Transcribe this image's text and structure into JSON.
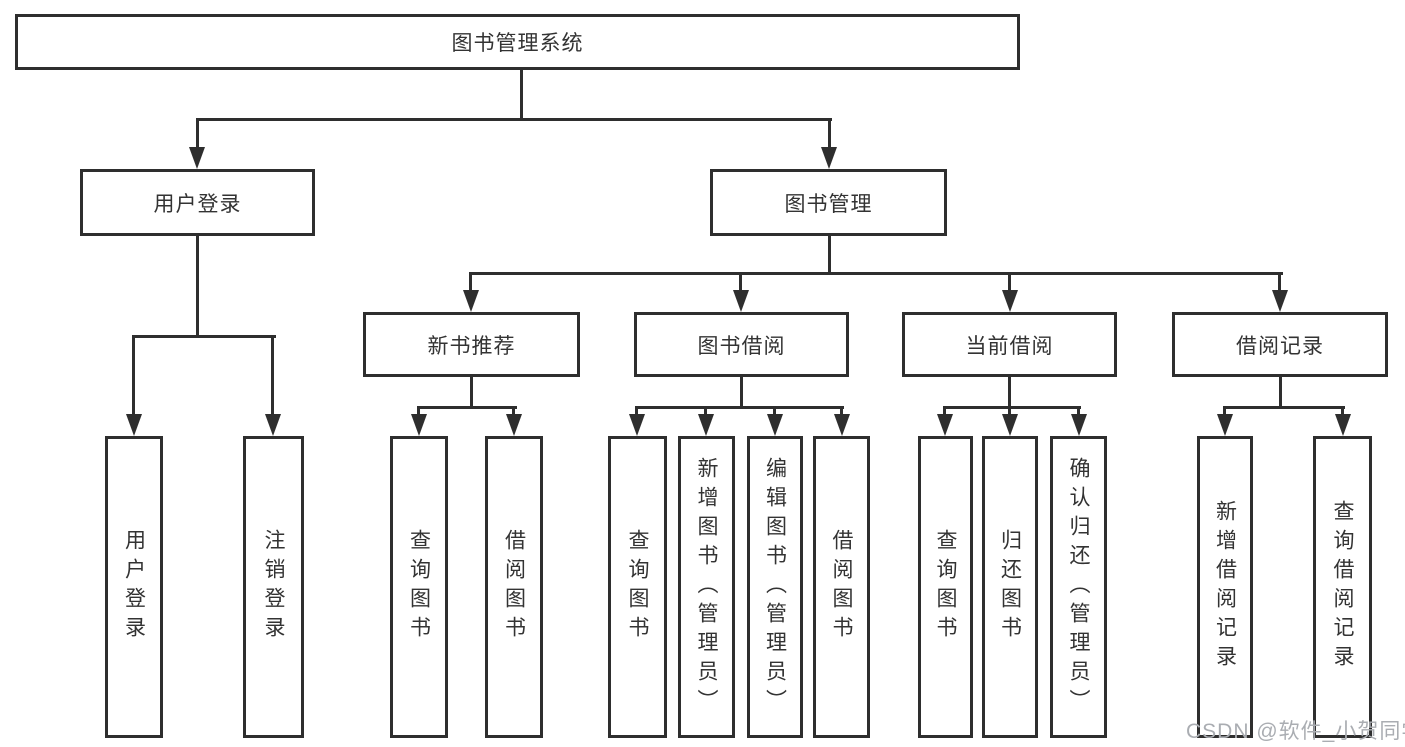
{
  "diagram": {
    "root": {
      "label": "图书管理系统"
    },
    "level2": [
      {
        "label": "用户登录"
      },
      {
        "label": "图书管理"
      }
    ],
    "level3": [
      {
        "label": "新书推荐"
      },
      {
        "label": "图书借阅"
      },
      {
        "label": "当前借阅"
      },
      {
        "label": "借阅记录"
      }
    ],
    "leafGroups": [
      {
        "parent": "用户登录",
        "items": [
          "用户登录",
          "注销登录"
        ]
      },
      {
        "parent": "新书推荐",
        "items": [
          "查询图书",
          "借阅图书"
        ]
      },
      {
        "parent": "图书借阅",
        "items": [
          "查询图书",
          "新增图书（管理员）",
          "编辑图书（管理员）",
          "借阅图书"
        ]
      },
      {
        "parent": "当前借阅",
        "items": [
          "查询图书",
          "归还图书",
          "确认归还（管理员）"
        ]
      },
      {
        "parent": "借阅记录",
        "items": [
          "新增借阅记录",
          "查询借阅记录"
        ]
      }
    ],
    "watermark": "CSDN @软件_小贺同学",
    "colors": {
      "line": "#2e2e2e",
      "text": "#333333",
      "watermark": "#aaadb2",
      "background": "#ffffff"
    }
  }
}
